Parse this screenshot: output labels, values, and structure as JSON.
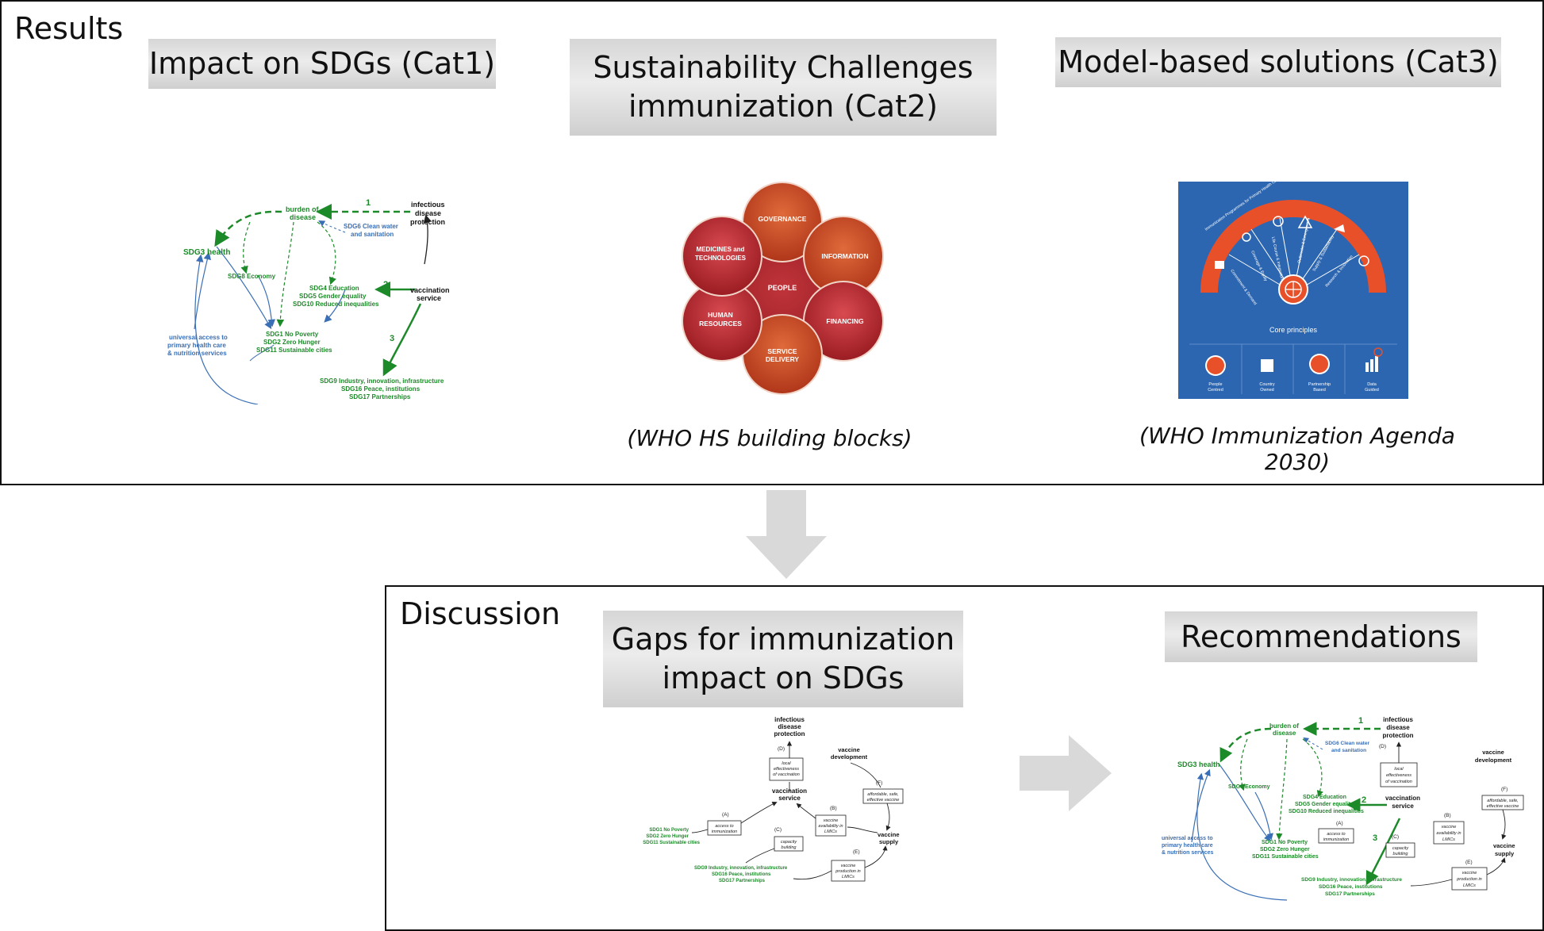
{
  "results": {
    "title": "Results",
    "cat1": {
      "label": "Impact on SDGs (Cat1)"
    },
    "cat2": {
      "label_line1": "Sustainability Challenges",
      "label_line2": "immunization (Cat2)",
      "caption": "(WHO HS building blocks)"
    },
    "cat3": {
      "label": "Model-based solutions (Cat3)",
      "caption": "(WHO Immunization Agenda 2030)"
    }
  },
  "discussion": {
    "title": "Discussion",
    "gaps": {
      "label_line1": "Gaps for immunization",
      "label_line2": "impact on SDGs"
    },
    "recommendations": {
      "label": "Recommendations"
    }
  },
  "sdg_diagram": {
    "burden": "burden of",
    "burden2": "disease",
    "infectious1": "infectious",
    "infectious2": "disease",
    "infectious3": "protection",
    "sdg6_1": "SDG6 Clean water",
    "sdg6_2": "and sanitation",
    "sdg3": "SDG3 health",
    "sdg8": "SDG8 Economy",
    "sdg4": "SDG4 Education",
    "sdg5": "SDG5 Gender equality",
    "sdg10": "SDG10 Reduced inequalities",
    "vacc1": "vaccination",
    "vacc2": "service",
    "sdg1": "SDG1 No Poverty",
    "sdg2": "SDG2 Zero Hunger",
    "sdg11": "SDG11 Sustainable cities",
    "uhc1": "universal access to",
    "uhc2": "primary health care",
    "uhc3": "& nutrition services",
    "sdg9": "SDG9 Industry, innovation, infrastructure",
    "sdg16": "SDG16 Peace, institutions",
    "sdg17": "SDG17 Partnerships",
    "n1": "1",
    "n2": "2",
    "n3": "3"
  },
  "gaps_diagram": {
    "d": "(D)",
    "local1": "local",
    "local2": "effectiveness",
    "local3": "of vaccination",
    "vaccdev1": "vaccine",
    "vaccdev2": "development",
    "f": "(F)",
    "aff1": "affordable, safe,",
    "aff2": "effective vaccine",
    "b": "(B)",
    "avail1": "vaccine",
    "avail2": "availability in",
    "avail3": "LMICs",
    "a": "(A)",
    "access1": "access to",
    "access2": "immunization",
    "c": "(C)",
    "cap1": "capacity",
    "cap2": "building",
    "supply1": "vaccine",
    "supply2": "supply",
    "e": "(E)",
    "prod1": "vaccine",
    "prod2": "production in",
    "prod3": "LMICs"
  },
  "hs_blocks": {
    "governance": "GOVERNANCE",
    "information": "INFORMATION",
    "financing": "FINANCING",
    "service1": "SERVICE",
    "service2": "DELIVERY",
    "human1": "HUMAN",
    "human2": "RESOURCES",
    "medicines1": "MEDICINES and",
    "medicines2": "TECHNOLOGIES",
    "people": "PEOPLE"
  },
  "ia2030": {
    "arc_text": "Immunization Programmes for Primary Health Care Universal Health Coverage",
    "sp1": "Commitment & Demand",
    "sp2": "Coverage & Equity",
    "sp3": "Life Course & Integration",
    "sp4": "Outbreaks & Emergencies",
    "sp5": "Supply & Sustainability",
    "sp6": "Research & Innovation",
    "core": "Core principles",
    "p1a": "People",
    "p1b": "Centred",
    "p2a": "Country",
    "p2b": "Owned",
    "p3a": "Partnership",
    "p3b": "Based",
    "p4a": "Data",
    "p4b": "Guided"
  },
  "colors": {
    "green": "#1d8a2a",
    "blue": "#3a6fb5",
    "ia2030_blue": "#2c66b0",
    "ia2030_orange": "#e8502a",
    "hs_red": "#b3252b",
    "hs_orange": "#c9451f"
  }
}
